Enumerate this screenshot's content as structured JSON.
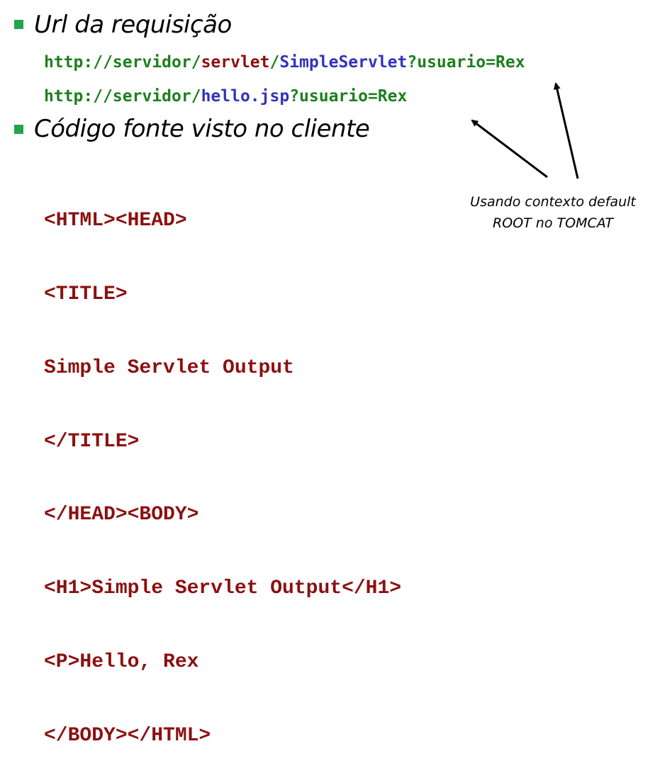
{
  "bullets": [
    {
      "title": "Url da requisição"
    },
    {
      "title": "Código fonte visto no cliente"
    }
  ],
  "urls": [
    {
      "segments": [
        {
          "text": "http://servidor/",
          "color": "#1e7f1e"
        },
        {
          "text": "servlet",
          "color": "#8b1010"
        },
        {
          "text": "/",
          "color": "#1e7f1e"
        },
        {
          "text": "SimpleServlet",
          "color": "#3333bb"
        },
        {
          "text": "?usuario=Rex",
          "color": "#1e7f1e"
        }
      ]
    },
    {
      "segments": [
        {
          "text": "http://servidor/",
          "color": "#1e7f1e"
        },
        {
          "text": "hello.jsp",
          "color": "#3333bb"
        },
        {
          "text": "?usuario=Rex",
          "color": "#1e7f1e"
        }
      ]
    }
  ],
  "code_lines": [
    "<HTML><HEAD>",
    "<TITLE>",
    "Simple Servlet Output",
    "</TITLE>",
    "</HEAD><BODY>",
    "<H1>Simple Servlet Output</H1>",
    "<P>Hello, Rex",
    "</BODY></HTML>"
  ],
  "annotation": {
    "line1": "Usando contexto default",
    "line2": "ROOT no TOMCAT"
  },
  "colors": {
    "bullet": "#23a54a",
    "code": "#8b1010",
    "url_green": "#1e7f1e",
    "url_blue": "#3333bb"
  }
}
